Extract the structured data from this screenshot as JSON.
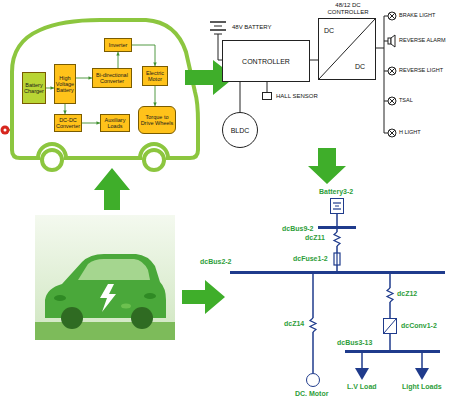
{
  "diagram": {
    "nodes": [
      {
        "text": [
          "Battery Charger"
        ]
      },
      {
        "text": [
          "High Voltage Battery"
        ]
      },
      {
        "text": [
          "Inverter"
        ]
      },
      {
        "text": [
          "Bi-directional Converter"
        ]
      },
      {
        "text": [
          "Electric Motor"
        ]
      },
      {
        "text": [
          "DC-DC Converter"
        ]
      },
      {
        "text": [
          "Auxiliary Loads"
        ]
      },
      {
        "text": [
          "Torque to Drive Wheels"
        ]
      },
      {
        "text": [
          "CONTROLLER"
        ]
      },
      {
        "text": [
          "48/12 DC CONTROLLER",
          "DC",
          "DC"
        ]
      },
      {
        "text": [
          "HALL SENSOR"
        ]
      },
      {
        "text": [
          "BLDC"
        ]
      },
      {
        "text": [
          "Battery3-2"
        ]
      },
      {
        "text": [
          "dcBus9-2"
        ]
      },
      {
        "text": [
          "dcBus2-2"
        ]
      },
      {
        "text": [
          "dcConv1-2"
        ]
      },
      {
        "text": [
          "dcBus3-13"
        ]
      },
      {
        "text": [
          "DC. Motor"
        ]
      },
      {
        "text": [
          "L.V Load"
        ]
      },
      {
        "text": [
          "Light Loads"
        ]
      }
    ],
    "edges": [
      {
        "from": 0,
        "to": 1,
        "arrow": "to"
      },
      {
        "from": 1,
        "to": 3,
        "arrow": "to"
      },
      {
        "from": 3,
        "to": 2,
        "arrow": "to"
      },
      {
        "from": 2,
        "to": 4,
        "arrow": "to"
      },
      {
        "from": 4,
        "to": 7,
        "arrow": "to"
      },
      {
        "from": 1,
        "to": 5,
        "arrow": "to"
      },
      {
        "from": 5,
        "to": 6,
        "arrow": "to"
      },
      {
        "from": 8,
        "to": 9,
        "arrow": "none"
      },
      {
        "from": 8,
        "to": 10,
        "arrow": "none"
      },
      {
        "from": 8,
        "to": 11,
        "arrow": "none"
      },
      {
        "from": 12,
        "to": 13,
        "arrow": "none"
      },
      {
        "from": 13,
        "to": 14,
        "label": "dcZ11",
        "arrow": "none"
      },
      {
        "from": 14,
        "to": 15,
        "label": "dcZ12",
        "arrow": "none"
      },
      {
        "from": 15,
        "to": 16,
        "arrow": "none"
      },
      {
        "from": 14,
        "to": 17,
        "label": "dcZ14",
        "arrow": "none"
      },
      {
        "from": 16,
        "to": 18,
        "arrow": "none"
      },
      {
        "from": 16,
        "to": 19,
        "arrow": "none"
      }
    ],
    "labels": [
      "48V BATTERY",
      "BRAKE LIGHT",
      "REVERSE ALARM",
      "REVERSE LIGHT",
      "TSAL",
      "H LIGHT",
      "dcFuse1-2"
    ]
  }
}
